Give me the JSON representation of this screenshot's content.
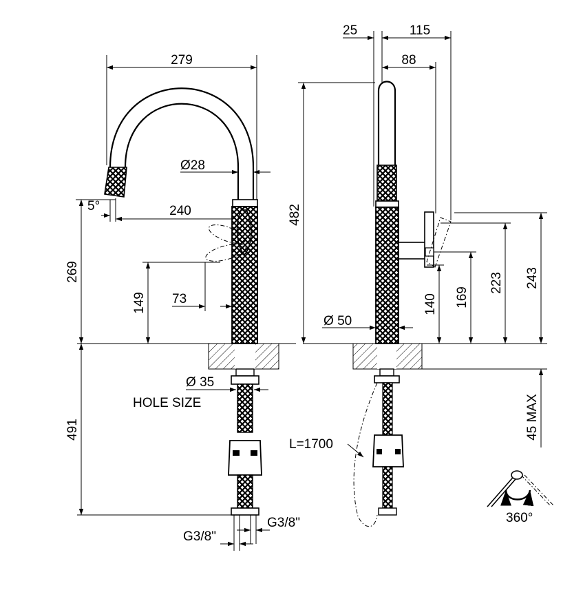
{
  "drawing": {
    "front_view": {
      "spout_reach": "279",
      "spout_diameter_prefix": "Ø",
      "spout_diameter": "28",
      "spout_angle": "5°",
      "outlet_reach": "240",
      "outlet_height": "269",
      "lever_height": "149",
      "lever_offset": "73",
      "hole_prefix": "Ø",
      "hole_diameter": "35",
      "hole_label": "HOLE SIZE",
      "under_length": "491",
      "connection_left": "G3/8\"",
      "connection_right": "G3/8\""
    },
    "side_view": {
      "offset_top": "25",
      "total_depth": "115",
      "handle_depth": "88",
      "total_height": "482",
      "body_prefix": "Ø",
      "body_diameter": "50",
      "handle_low": "140",
      "handle_mid": "169",
      "handle_top": "223",
      "handle_max": "243",
      "deck_max": "45 MAX",
      "hose_length": "L=1700"
    },
    "rotation": {
      "angle": "360°"
    }
  }
}
